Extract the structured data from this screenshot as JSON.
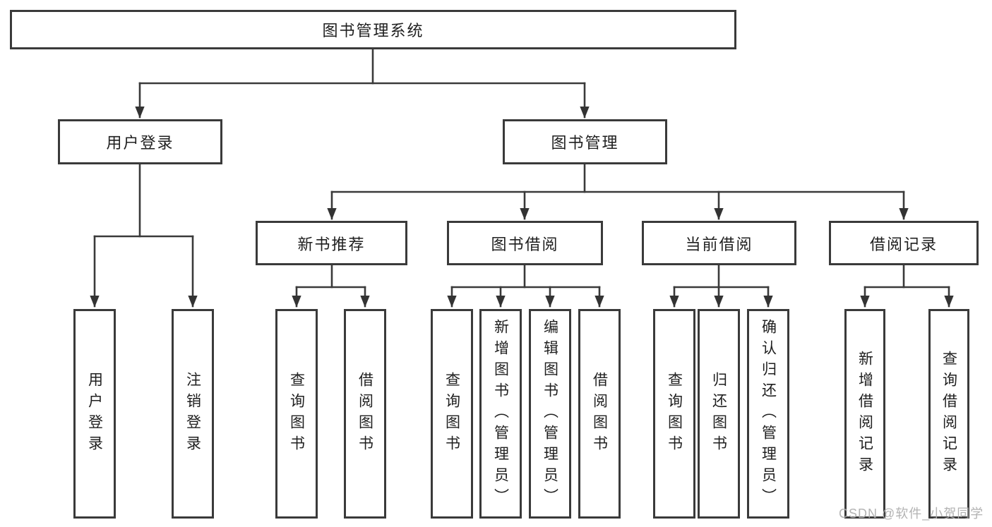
{
  "diagram": {
    "type": "hierarchy-tree",
    "tree": {
      "root": {
        "label": "图书管理系统"
      },
      "branches": [
        {
          "label": "用户登录",
          "children": [
            {
              "label": "用户登录"
            },
            {
              "label": "注销登录"
            }
          ]
        },
        {
          "label": "图书管理",
          "children": [
            {
              "label": "新书推荐",
              "children": [
                {
                  "label": "查询图书"
                },
                {
                  "label": "借阅图书"
                }
              ]
            },
            {
              "label": "图书借阅",
              "children": [
                {
                  "label": "查询图书"
                },
                {
                  "label": "新增图书（管理员）"
                },
                {
                  "label": "编辑图书（管理员）"
                },
                {
                  "label": "借阅图书"
                }
              ]
            },
            {
              "label": "当前借阅",
              "children": [
                {
                  "label": "查询图书"
                },
                {
                  "label": "归还图书"
                },
                {
                  "label": "确认归还（管理员）"
                }
              ]
            },
            {
              "label": "借阅记录",
              "children": [
                {
                  "label": "新增借阅记录"
                },
                {
                  "label": "查询借阅记录"
                }
              ]
            }
          ]
        }
      ]
    },
    "colors": {
      "background": "#ffffff",
      "box_border": "#3a3a3a",
      "connector_line": "#3a3a3a",
      "arrowhead": "#333333",
      "text": "#1f1f1f",
      "watermark": "#afafaf"
    }
  },
  "watermark": {
    "text": "CSDN @软件_小贺同学"
  }
}
